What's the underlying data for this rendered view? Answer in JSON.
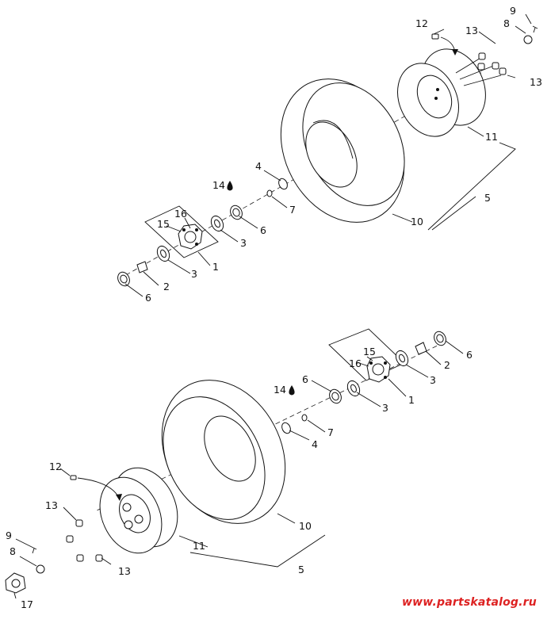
{
  "watermark": "www.partskatalog.ru",
  "colors": {
    "watermark": "#dd2222",
    "line": "#111111"
  },
  "callouts": {
    "top": {
      "n1": "1",
      "n2": "2",
      "n3a": "3",
      "n3b": "3",
      "n4": "4",
      "n5": "5",
      "n6a": "6",
      "n6b": "6",
      "n7": "7",
      "n8": "8",
      "n9": "9",
      "n10": "10",
      "n11": "11",
      "n12": "12",
      "n13a": "13",
      "n13b": "13",
      "n14": "14",
      "n15": "15",
      "n16": "16"
    },
    "bottom": {
      "n1": "1",
      "n2": "2",
      "n3a": "3",
      "n3b": "3",
      "n4": "4",
      "n5": "5",
      "n6a": "6",
      "n6b": "6",
      "n7": "7",
      "n8": "8",
      "n9": "9",
      "n10": "10",
      "n11": "11",
      "n12": "12",
      "n13a": "13",
      "n13b": "13",
      "n14": "14",
      "n15": "15",
      "n16": "16",
      "n17": "17"
    }
  },
  "icons": {
    "lubricant": "oil-drop-icon"
  }
}
